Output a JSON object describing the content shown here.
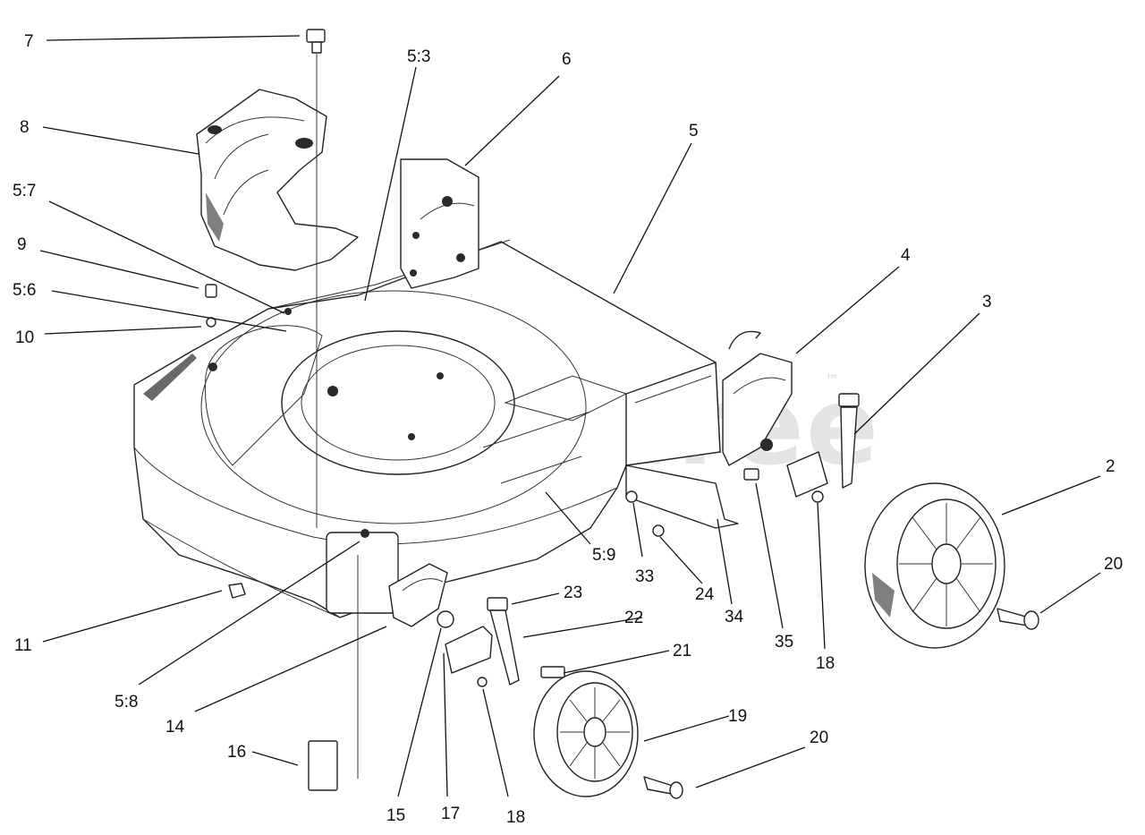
{
  "watermark": {
    "text": "PartsTree",
    "tm": "™"
  },
  "callouts": [
    {
      "id": "c-7",
      "label": "7"
    },
    {
      "id": "c-8",
      "label": "8"
    },
    {
      "id": "c-5-7",
      "label": "5:7"
    },
    {
      "id": "c-9",
      "label": "9"
    },
    {
      "id": "c-5-6",
      "label": "5:6"
    },
    {
      "id": "c-10",
      "label": "10"
    },
    {
      "id": "c-5-3",
      "label": "5:3"
    },
    {
      "id": "c-6",
      "label": "6"
    },
    {
      "id": "c-5",
      "label": "5"
    },
    {
      "id": "c-4",
      "label": "4"
    },
    {
      "id": "c-3",
      "label": "3"
    },
    {
      "id": "c-2",
      "label": "2"
    },
    {
      "id": "c-20a",
      "label": "20"
    },
    {
      "id": "c-18a",
      "label": "18"
    },
    {
      "id": "c-35",
      "label": "35"
    },
    {
      "id": "c-34",
      "label": "34"
    },
    {
      "id": "c-24",
      "label": "24"
    },
    {
      "id": "c-33",
      "label": "33"
    },
    {
      "id": "c-5-9",
      "label": "5:9"
    },
    {
      "id": "c-23",
      "label": "23"
    },
    {
      "id": "c-22",
      "label": "22"
    },
    {
      "id": "c-21",
      "label": "21"
    },
    {
      "id": "c-19",
      "label": "19"
    },
    {
      "id": "c-20b",
      "label": "20"
    },
    {
      "id": "c-18b",
      "label": "18"
    },
    {
      "id": "c-17",
      "label": "17"
    },
    {
      "id": "c-15",
      "label": "15"
    },
    {
      "id": "c-16",
      "label": "16"
    },
    {
      "id": "c-14",
      "label": "14"
    },
    {
      "id": "c-5-8",
      "label": "5:8"
    },
    {
      "id": "c-11",
      "label": "11"
    }
  ]
}
